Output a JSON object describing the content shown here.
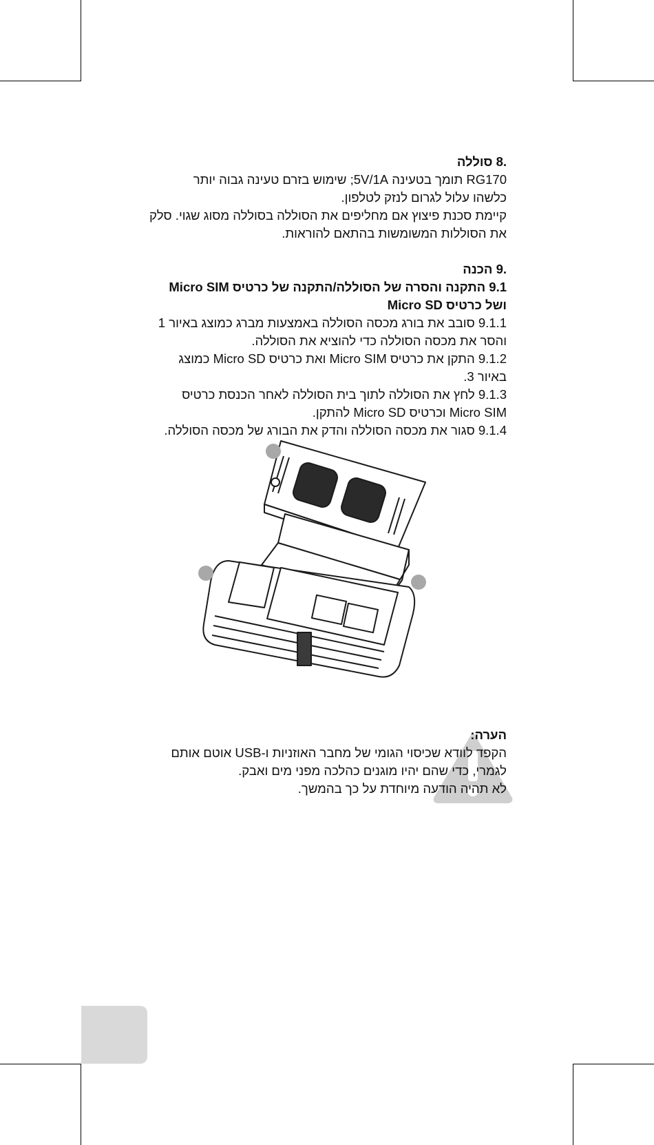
{
  "section8": {
    "heading": ".8 סוללה",
    "line1": "RG170 תומך בטעינה 5V/1A; שימוש בזרם טעינה גבוה יותר",
    "line2": "כלשהו עלול לגרום לנזק לטלפון.",
    "line3": "קיימת סכנת פיצוץ אם מחליפים את הסוללה בסוללה מסוג שגוי. סלק",
    "line4": "את הסוללות המשומשות בהתאם להוראות."
  },
  "section9": {
    "heading": ".9 הכנה",
    "sub_heading_line1": "9.1 התקנה והסרה של הסוללה/התקנה של כרטיס Micro SIM",
    "sub_heading_line2": "ושל כרטיס Micro SD",
    "step1_line1": "9.1.1 סובב את בורג מכסה הסוללה באמצעות מברג כמוצג באיור 1",
    "step1_line2": "והסר את מכסה הסוללה כדי להוציא את הסוללה.",
    "step2_line1": "9.1.2 התקן את כרטיס Micro SIM ואת כרטיס Micro SD כמוצג",
    "step2_line2": "באיור 3.",
    "step3_line1": "9.1.3 לחץ את הסוללה לתוך בית הסוללה לאחר הכנסת כרטיס",
    "step3_line2": "Micro SIM וכרטיס Micro SD להתקן.",
    "step4_line1": "9.1.4 סגור את מכסה הסוללה והדק את הבורג של מכסה הסוללה."
  },
  "note": {
    "heading": "הערה:",
    "line1": "הקפד לוודא שכיסוי הגומי של מחבר האוזניות ו-USB אוטם אותם",
    "line2": "לגמרי, כדי שהם יהיו מוגנים כהלכה מפני מים ואבק.",
    "line3": "לא תהיה הודעה מיוחדת על כך בהמשך."
  },
  "colors": {
    "text": "#111111",
    "page_tab": "#d9d9d9",
    "note_mark": "#cfcfcf",
    "marker": "#a8a8a8"
  }
}
